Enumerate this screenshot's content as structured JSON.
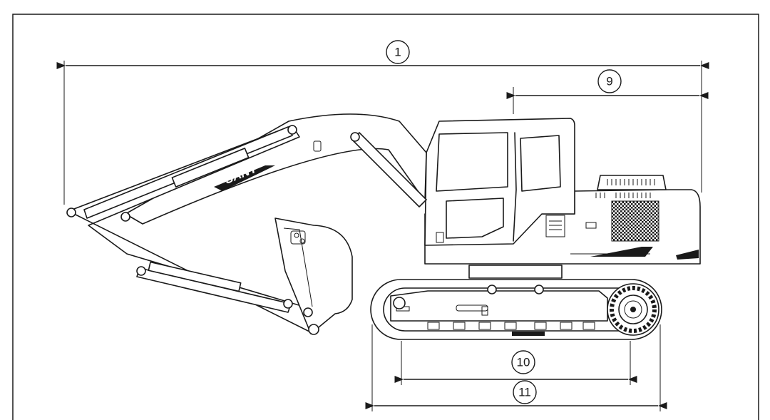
{
  "diagram": {
    "callouts": {
      "overall_length": "1",
      "tail_swing": "9",
      "tumbler_distance": "10",
      "track_length": "11"
    },
    "logo": "SANY"
  },
  "colors": {
    "line": "#1a1a1a",
    "background": "#ffffff"
  },
  "icons": {
    "arrowheads": "filled-triangle-arrow"
  }
}
